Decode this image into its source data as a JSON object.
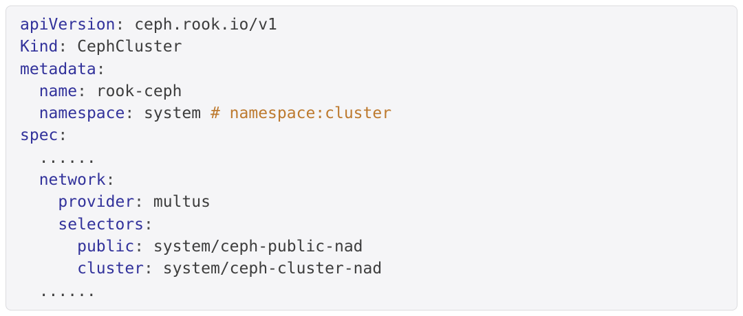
{
  "colors": {
    "key": "#32329b",
    "plain": "#3d3d3d",
    "punct": "#4a4a4a",
    "comment": "#bd7a2f",
    "card_background": "#f5f5f7",
    "card_border": "#dcdcdf",
    "page_background": "#ffffff"
  },
  "code": {
    "language": "yaml",
    "lines": [
      [
        [
          "key",
          "apiVersion"
        ],
        [
          "punct",
          ":"
        ],
        [
          "plain",
          " ceph.rook.io/v1"
        ]
      ],
      [
        [
          "key",
          "Kind"
        ],
        [
          "punct",
          ":"
        ],
        [
          "plain",
          " CephCluster"
        ]
      ],
      [
        [
          "key",
          "metadata"
        ],
        [
          "punct",
          ":"
        ]
      ],
      [
        [
          "plain",
          "  "
        ],
        [
          "key",
          "name"
        ],
        [
          "punct",
          ":"
        ],
        [
          "plain",
          " rook-ceph"
        ]
      ],
      [
        [
          "plain",
          "  "
        ],
        [
          "key",
          "namespace"
        ],
        [
          "punct",
          ":"
        ],
        [
          "plain",
          " system "
        ],
        [
          "comment",
          "# namespace:cluster"
        ]
      ],
      [
        [
          "key",
          "spec"
        ],
        [
          "punct",
          ":"
        ]
      ],
      [
        [
          "plain",
          "  ......"
        ]
      ],
      [
        [
          "plain",
          "  "
        ],
        [
          "key",
          "network"
        ],
        [
          "punct",
          ":"
        ]
      ],
      [
        [
          "plain",
          "    "
        ],
        [
          "key",
          "provider"
        ],
        [
          "punct",
          ":"
        ],
        [
          "plain",
          " multus"
        ]
      ],
      [
        [
          "plain",
          "    "
        ],
        [
          "key",
          "selectors"
        ],
        [
          "punct",
          ":"
        ]
      ],
      [
        [
          "plain",
          "      "
        ],
        [
          "key",
          "public"
        ],
        [
          "punct",
          ":"
        ],
        [
          "plain",
          " system/ceph-public-nad"
        ]
      ],
      [
        [
          "plain",
          "      "
        ],
        [
          "key",
          "cluster"
        ],
        [
          "punct",
          ":"
        ],
        [
          "plain",
          " system/ceph-cluster-nad"
        ]
      ],
      [
        [
          "plain",
          "  ......"
        ]
      ]
    ]
  }
}
